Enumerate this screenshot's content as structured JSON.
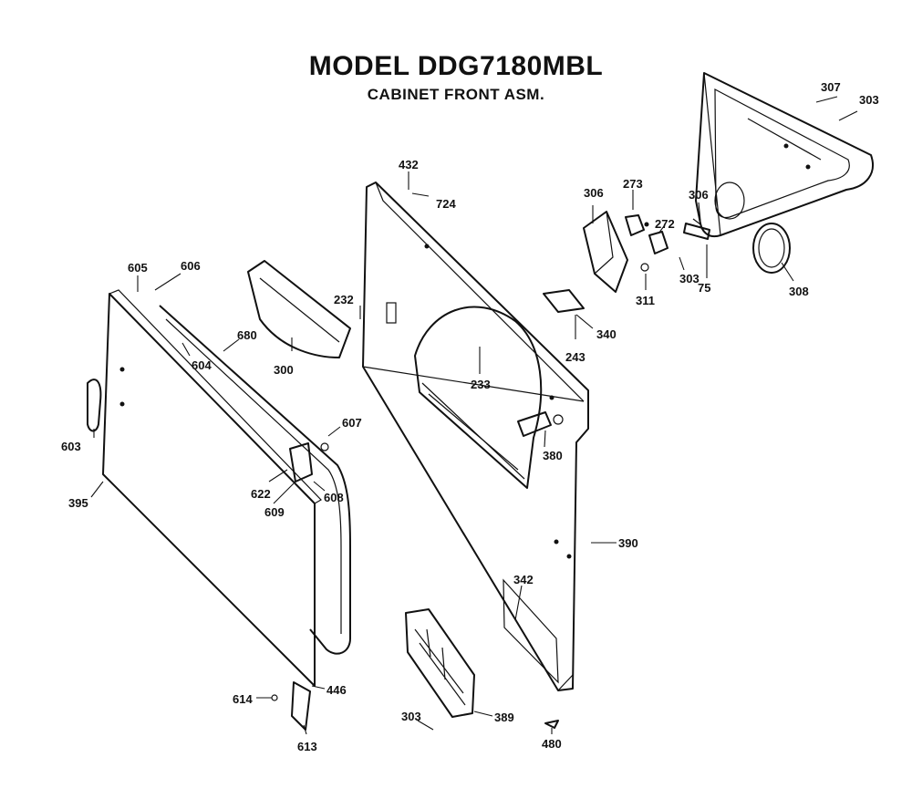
{
  "title": "MODEL DDG7180MBL",
  "subtitle": "CABINET FRONT ASM.",
  "callouts": {
    "c307": "307",
    "c303a": "303",
    "c432": "432",
    "c724": "724",
    "c306a": "306",
    "c273": "273",
    "c306b": "306",
    "c272": "272",
    "c308": "308",
    "c303b": "303",
    "c75": "75",
    "c311": "311",
    "c605a": "605",
    "c606": "606",
    "c232": "232",
    "c340": "340",
    "c243": "243",
    "c300": "300",
    "c604": "604",
    "c233": "233",
    "c680": "680",
    "c603": "603",
    "c607": "607",
    "c380": "380",
    "c622": "622",
    "c609": "609",
    "c608": "608",
    "c395": "395",
    "c390": "390",
    "c342": "342",
    "c614": "614",
    "c446": "446",
    "c613": "613",
    "c303c": "303",
    "c389": "389",
    "c480": "480"
  }
}
